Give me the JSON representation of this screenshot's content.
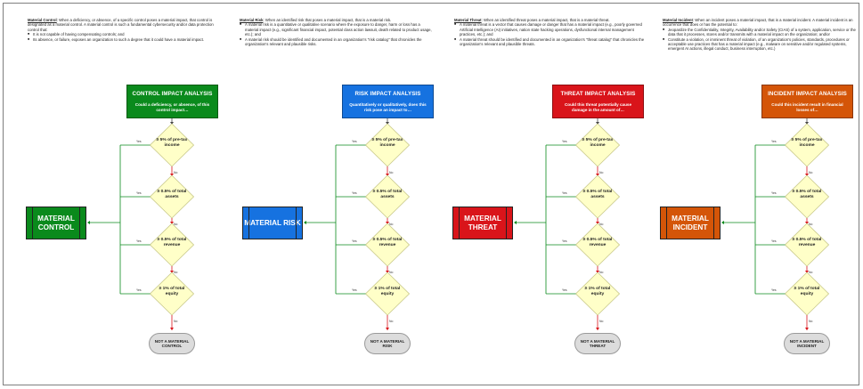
{
  "columns": [
    {
      "id": "control",
      "color": "#0a8a1c",
      "definition": {
        "term": "Material Control",
        "text": ": When a deficiency, or absence, of a specific control poses a material impact, that control is designated as a material control. A material control is such a fundamental cybersecurity and/or data protection control that:",
        "bullets": [
          "It is not capable of having compensating controls; and",
          "Its absence, or failure, exposes an organization to such a degree that it could have a material impact."
        ]
      },
      "header_title": "CONTROL IMPACT ANALYSIS",
      "header_question": "Could a deficiency, or absence, of this control impact…",
      "result_label": "MATERIAL CONTROL",
      "decisions": [
        "≥ 5% of pre-tax income",
        "≥ 0.5% of total assets",
        "≥ 0.5% of total revenue",
        "≥ 1% of total equity"
      ],
      "end_label": "NOT A MATERIAL CONTROL"
    },
    {
      "id": "risk",
      "color": "#1672e0",
      "definition": {
        "term": "Material Risk",
        "text": ": When an identified risk that poses a material impact, that is a material risk.",
        "bullets": [
          "A material risk is a quantitative or qualitative scenario where the exposure to danger, harm or loss has a material impact (e.g., significant financial impact, potential class action lawsuit, death related to product usage, etc.); and",
          "A material risk should be identified and documented in an organization's \"risk catalog\" that chronicles the organization's relevant and plausible risks."
        ]
      },
      "header_title": "RISK IMPACT ANALYSIS",
      "header_question": "Quantitatively or qualitatively, does this risk pose an impact to…",
      "result_label": "MATERIAL RISK",
      "decisions": [
        "≥ 5% of pre-tax income",
        "≥ 0.5% of total assets",
        "≥ 0.5% of total revenue",
        "≥ 1% of total equity"
      ],
      "end_label": "NOT A MATERIAL RISK"
    },
    {
      "id": "threat",
      "color": "#d9141a",
      "definition": {
        "term": "Material Threat",
        "text": ": When an identified threat poses a material impact, that is a material threat.",
        "bullets": [
          "A material threat is a vector that causes damage or danger that has a material impact (e.g., poorly governed Artificial Intelligence (AI) initiatives, nation state hacking operations, dysfunctional internal management practices, etc.); and",
          "A material threat should be identified and documented in an organization's \"threat catalog\" that chronicles the organization's relevant and plausible threats."
        ]
      },
      "header_title": "THREAT IMPACT ANALYSIS",
      "header_question": "Could this threat potentially cause damage in the amount of…",
      "result_label": "MATERIAL THREAT",
      "decisions": [
        "≥ 5% of pre-tax income",
        "≥ 0.5% of total assets",
        "≥ 0.5% of total revenue",
        "≥ 1% of total equity"
      ],
      "end_label": "NOT A MATERIAL THREAT"
    },
    {
      "id": "incident",
      "color": "#d45508",
      "definition": {
        "term": "Material Incident",
        "text": ": When an incident poses a material impact, that is a material incident. A material incident is an occurrence that does or has the potential to:",
        "bullets": [
          "Jeopardize the Confidentiality, Integrity, Availability and/or Safety (CIAS) of a system, application, service or the data that it processes, stores and/or transmits with a material impact on the organization; and/or",
          "Constitute a violation, or imminent threat of violation, of an organization's policies, standards, procedures or acceptable use practices that has a material impact (e.g., malware on sensitive and/or regulated systems, emergent AI actions, illegal conduct, business interruption, etc.)"
        ]
      },
      "header_title": "INCIDENT IMPACT ANALYSIS",
      "header_question": "Could this incident result in financial losses of…",
      "result_label": "MATERIAL INCIDENT",
      "decisions": [
        "≥ 5% of pre-tax income",
        "≥ 0.5% of total assets",
        "≥ 0.5% of total revenue",
        "≥ 1% of total equity"
      ],
      "end_label": "NOT A MATERIAL INCIDENT"
    }
  ],
  "edge_labels": {
    "yes": "Yes",
    "no": "No"
  },
  "colors": {
    "decision_fill": "#ffffc8",
    "decision_stroke": "#c8c88a",
    "yes_line": "#0a8a1c",
    "no_line": "#d9141a"
  }
}
